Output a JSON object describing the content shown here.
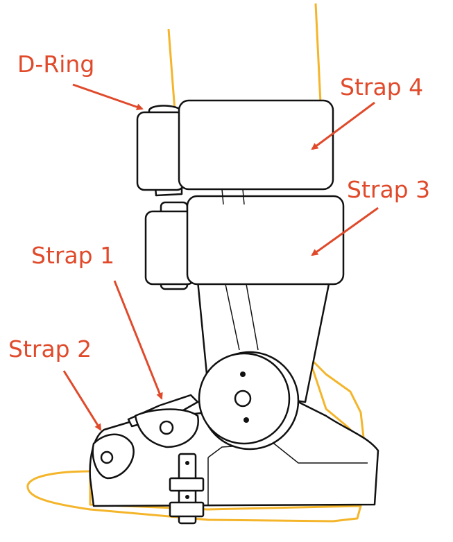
{
  "labels": {
    "d_ring": "D-Ring",
    "strap_4": "Strap 4",
    "strap_3": "Strap 3",
    "strap_1": "Strap 1",
    "strap_2": "Strap 2"
  },
  "colors": {
    "label": "#e04a2b",
    "leg_and_foot": "#f4b52a",
    "outline": "#111111"
  }
}
